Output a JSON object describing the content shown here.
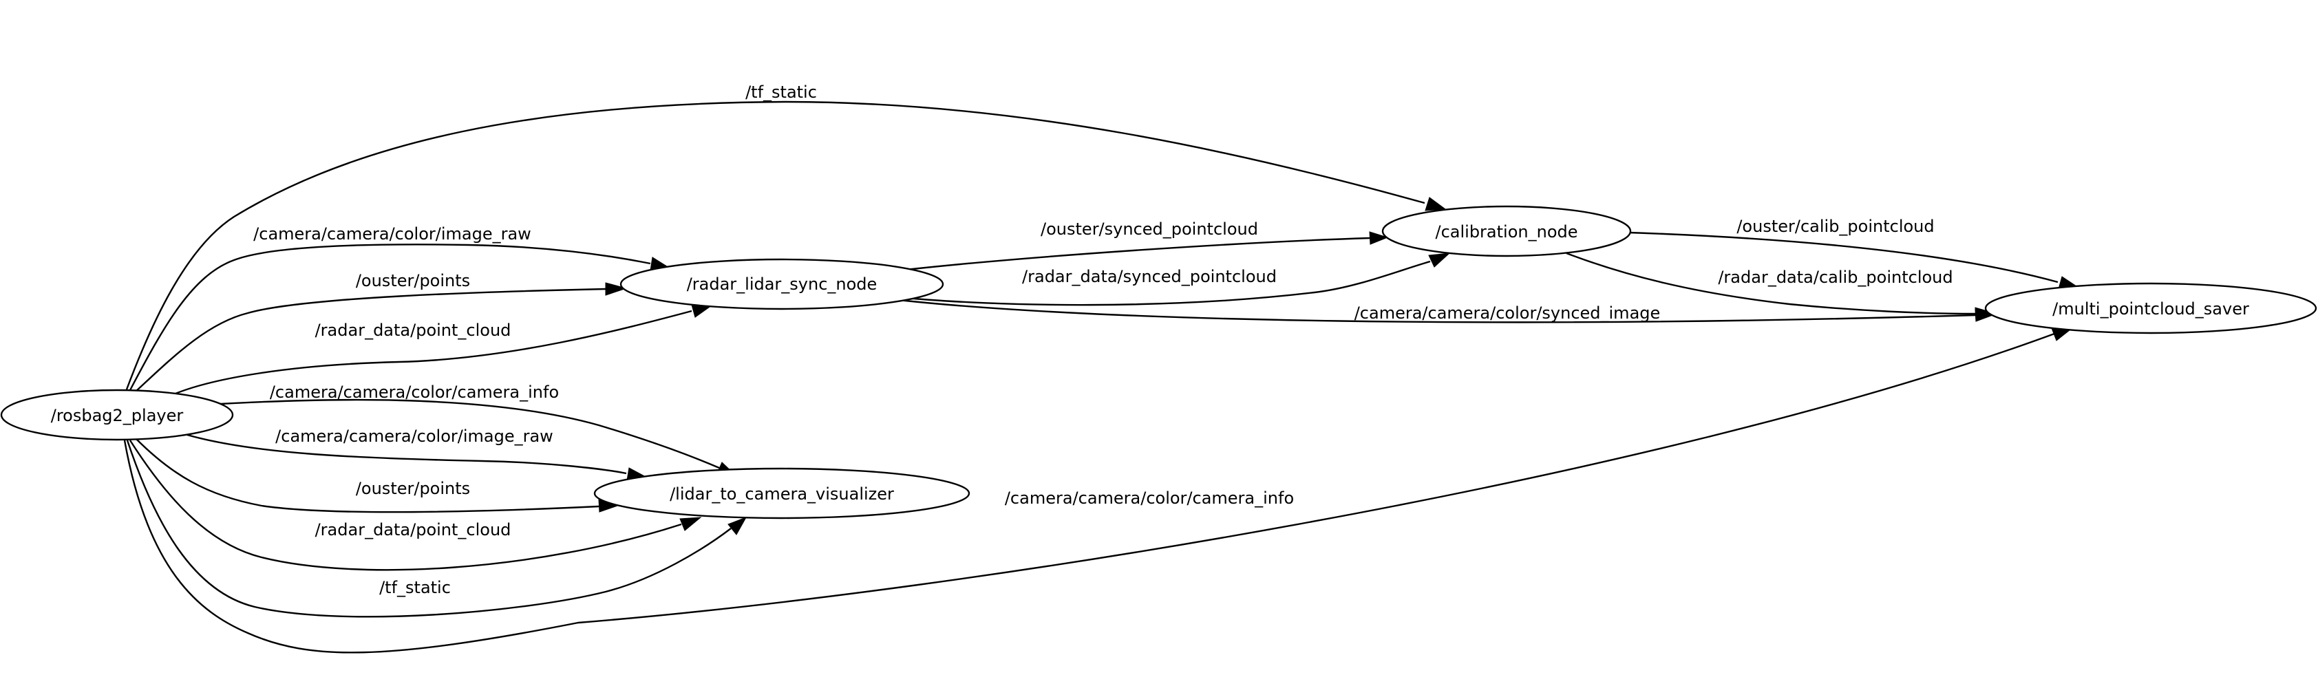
{
  "nodes": [
    {
      "id": "rosbag2_player",
      "label": "/rosbag2_player"
    },
    {
      "id": "radar_lidar_sync_node",
      "label": "/radar_lidar_sync_node"
    },
    {
      "id": "lidar_to_camera_visualizer",
      "label": "/lidar_to_camera_visualizer"
    },
    {
      "id": "calibration_node",
      "label": "/calibration_node"
    },
    {
      "id": "multi_pointcloud_saver",
      "label": "/multi_pointcloud_saver"
    }
  ],
  "edges": [
    {
      "id": "e1",
      "from": "rosbag2_player",
      "to": "calibration_node",
      "label": "/tf_static"
    },
    {
      "id": "e2",
      "from": "rosbag2_player",
      "to": "radar_lidar_sync_node",
      "label": "/camera/camera/color/image_raw"
    },
    {
      "id": "e3",
      "from": "rosbag2_player",
      "to": "radar_lidar_sync_node",
      "label": "/ouster/points"
    },
    {
      "id": "e4",
      "from": "rosbag2_player",
      "to": "radar_lidar_sync_node",
      "label": "/radar_data/point_cloud"
    },
    {
      "id": "e5",
      "from": "rosbag2_player",
      "to": "lidar_to_camera_visualizer",
      "label": "/camera/camera/color/camera_info"
    },
    {
      "id": "e6",
      "from": "rosbag2_player",
      "to": "lidar_to_camera_visualizer",
      "label": "/camera/camera/color/image_raw"
    },
    {
      "id": "e7",
      "from": "rosbag2_player",
      "to": "lidar_to_camera_visualizer",
      "label": "/ouster/points"
    },
    {
      "id": "e8",
      "from": "rosbag2_player",
      "to": "lidar_to_camera_visualizer",
      "label": "/radar_data/point_cloud"
    },
    {
      "id": "e9",
      "from": "rosbag2_player",
      "to": "lidar_to_camera_visualizer",
      "label": "/tf_static"
    },
    {
      "id": "e10",
      "from": "rosbag2_player",
      "to": "multi_pointcloud_saver",
      "label": "/camera/camera/color/camera_info"
    },
    {
      "id": "e11",
      "from": "radar_lidar_sync_node",
      "to": "calibration_node",
      "label": "/ouster/synced_pointcloud"
    },
    {
      "id": "e12",
      "from": "radar_lidar_sync_node",
      "to": "calibration_node",
      "label": "/radar_data/synced_pointcloud"
    },
    {
      "id": "e13",
      "from": "radar_lidar_sync_node",
      "to": "multi_pointcloud_saver",
      "label": "/camera/camera/color/synced_image"
    },
    {
      "id": "e14",
      "from": "calibration_node",
      "to": "multi_pointcloud_saver",
      "label": "/ouster/calib_pointcloud"
    },
    {
      "id": "e15",
      "from": "calibration_node",
      "to": "multi_pointcloud_saver",
      "label": "/radar_data/calib_pointcloud"
    }
  ]
}
